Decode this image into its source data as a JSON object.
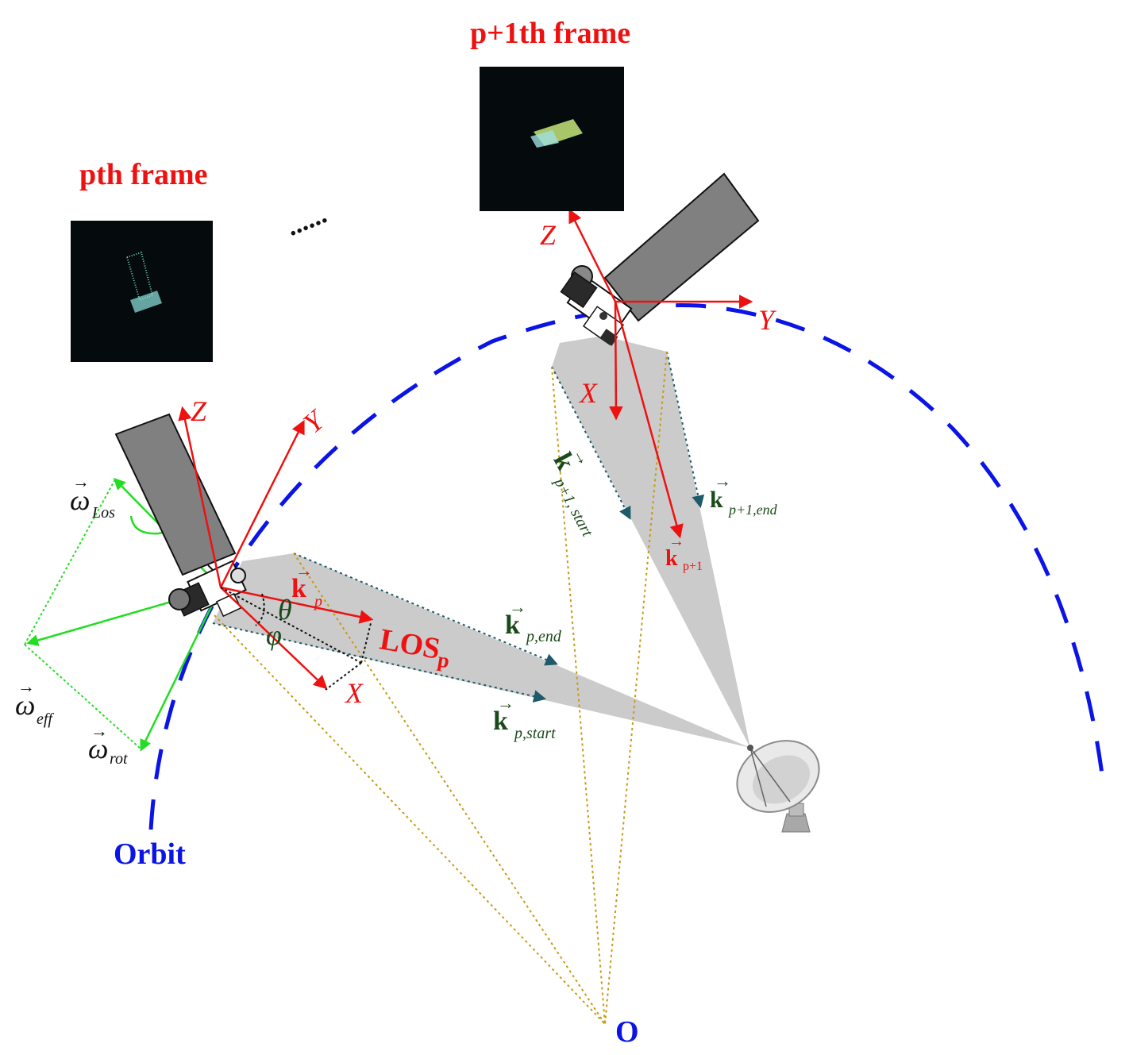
{
  "frames": {
    "pth_title": "pth frame",
    "p1th_title": "p+1th frame",
    "ellipsis": "......"
  },
  "labels": {
    "orbit": "Orbit",
    "origin": "O",
    "los": "LOS",
    "los_sub": "p",
    "theta": "θ",
    "phi": "φ"
  },
  "axes_p": {
    "x": "X",
    "y": "Y",
    "z": "Z"
  },
  "axes_p1": {
    "x": "X",
    "y": "Y",
    "z": "Z"
  },
  "vectors": {
    "k_symbol": "k",
    "kp_sub": "p",
    "kp_end_sub": "p,end",
    "kp_start_sub": "p,start",
    "kp1_sub": "p+1",
    "kp1_end_sub": "p+1,end",
    "kp1_start_sub": "p+1,  start"
  },
  "omegas": {
    "symbol": "ω",
    "los_sub": "Los",
    "eff_sub": "eff",
    "rot_sub": "rot"
  },
  "colors": {
    "red": "#ee1111",
    "orbit_blue": "#0a14e6",
    "green": "#22dd22",
    "dark_green": "#1a4a1a",
    "gold": "#c89a10",
    "beam_gray": "#c8c8c8",
    "teal": "#1e5a6a"
  }
}
